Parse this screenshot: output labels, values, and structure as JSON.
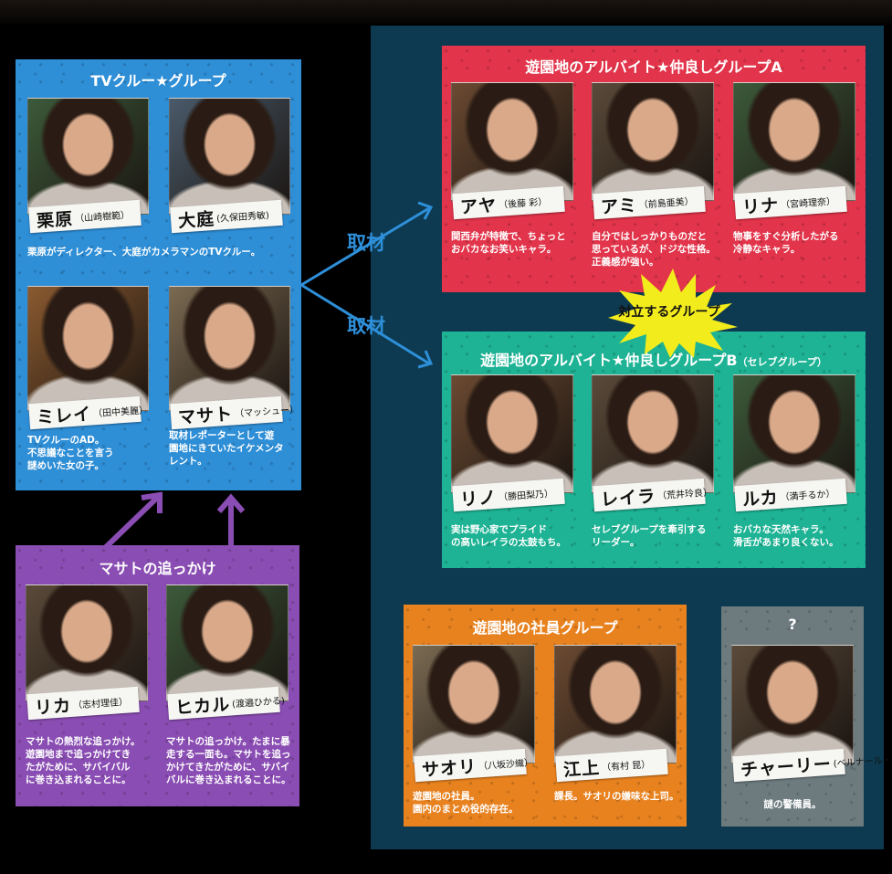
{
  "relations": {
    "interview_label_1": "取材",
    "interview_label_2": "取材",
    "conflict_label": "対立するグループ"
  },
  "colors": {
    "tv": "#2e8ed6",
    "chasers": "#8a4db3",
    "groupA": "#e2344a",
    "groupB": "#1db394",
    "staff": "#e8821f",
    "unknown": "#6d7b7f",
    "panel": "#0d3a50"
  },
  "groups": {
    "tv": {
      "title": "TVクルー★グループ",
      "shared_note": "栗原がディレクター、大庭がカメラマンのTVクルー。",
      "members": [
        {
          "name": "栗原",
          "actor": "（山崎樹範）",
          "desc": ""
        },
        {
          "name": "大庭",
          "actor": "(久保田秀敏)",
          "desc": ""
        },
        {
          "name": "ミレイ",
          "actor": "（田中美麗）",
          "desc": "TVクルーのAD。\n不思議なことを言う\n謎めいた女の子。"
        },
        {
          "name": "マサト",
          "actor": "（マッシュー）",
          "desc": "取材レポーターとして遊\n園地にきていたイケメンタ\nレント。"
        }
      ]
    },
    "chasers": {
      "title": "マサトの追っかけ",
      "members": [
        {
          "name": "リカ",
          "actor": "（志村理佳）",
          "desc": "マサトの熱烈な追っかけ。\n遊園地まで追っかけてき\nたがために、サバイバル\nに巻き込まれることに。"
        },
        {
          "name": "ヒカル",
          "actor": "(渡邉ひかる)",
          "desc": "マサトの追っかけ。たまに暴\n走する一面も。マサトを追っ\nかけてきたがために、サバイ\nバルに巻き込まれることに。"
        }
      ]
    },
    "groupA": {
      "title": "遊園地のアルバイト★仲良しグループA",
      "members": [
        {
          "name": "アヤ",
          "actor": "（後藤 彩）",
          "desc": "関西弁が特徴で、ちょっと\nおバカなお笑いキャラ。"
        },
        {
          "name": "アミ",
          "actor": "（前島亜美）",
          "desc": "自分ではしっかりものだと\n思っているが、ドジな性格。\n正義感が強い。"
        },
        {
          "name": "リナ",
          "actor": "（宮崎理奈）",
          "desc": "物事をすぐ分析したがる\n冷静なキャラ。"
        }
      ]
    },
    "groupB": {
      "title": "遊園地のアルバイト★仲良しグループB",
      "subtitle": "（セレブグループ）",
      "members": [
        {
          "name": "リノ",
          "actor": "（勝田梨乃）",
          "desc": "実は野心家でプライド\nの高いレイラの太鼓もち。"
        },
        {
          "name": "レイラ",
          "actor": "（荒井玲良）",
          "desc": "セレブグループを牽引する\nリーダー。"
        },
        {
          "name": "ルカ",
          "actor": "（満手るか）",
          "desc": "おバカな天然キャラ。\n滑舌があまり良くない。"
        }
      ]
    },
    "staff": {
      "title": "遊園地の社員グループ",
      "members": [
        {
          "name": "サオリ",
          "actor": "（八坂沙織）",
          "desc": "遊園地の社員。\n園内のまとめ役的存在。"
        },
        {
          "name": "江上",
          "actor": "（有村 昆）",
          "desc": "課長。サオリの嫌味な上司。"
        }
      ]
    },
    "unknown": {
      "title": "?",
      "members": [
        {
          "name": "チャーリー",
          "actor": "(ベルナール・アッカ)",
          "desc": "謎の警備員。"
        }
      ]
    }
  }
}
